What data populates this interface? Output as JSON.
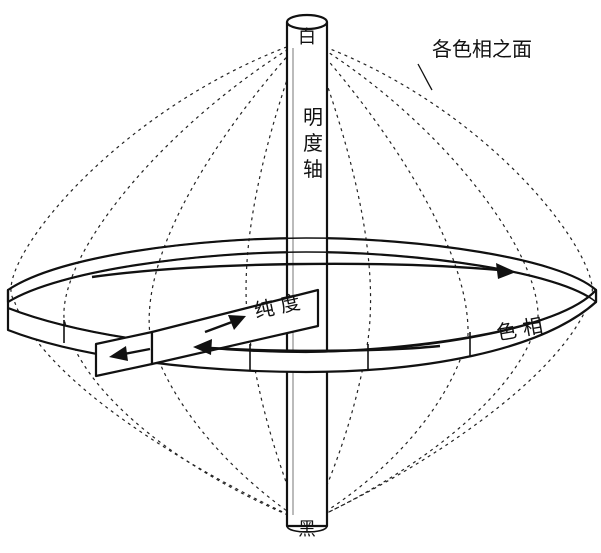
{
  "labels": {
    "top": "白",
    "bottom": "黑",
    "axis_char_1": "明",
    "axis_char_2": "度",
    "axis_char_3": "轴",
    "hue_planes": "各色相之面",
    "saturation": "纯 度",
    "hue": "色 相"
  }
}
